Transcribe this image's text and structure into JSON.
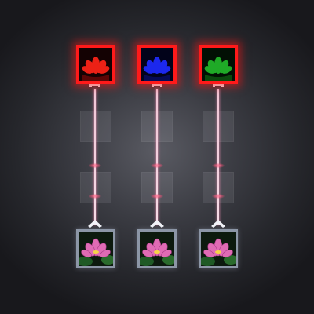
{
  "colors": {
    "target_frame": "#ff1a1a",
    "beam": "#f0c6d6",
    "source_frame": "#8c96a6",
    "slot": "#e6e6f0"
  },
  "targets": [
    {
      "name": "red-lotus-target",
      "icon": "lotus-icon",
      "tint": "#ff2a1a"
    },
    {
      "name": "blue-lotus-target",
      "icon": "lotus-icon",
      "tint": "#1a2aff"
    },
    {
      "name": "green-lotus-target",
      "icon": "lotus-icon",
      "tint": "#1fbf2a"
    }
  ],
  "sources": [
    {
      "name": "lotus-source-1",
      "icon": "pink-lotus-icon"
    },
    {
      "name": "lotus-source-2",
      "icon": "pink-lotus-icon"
    },
    {
      "name": "lotus-source-3",
      "icon": "pink-lotus-icon"
    }
  ],
  "columns": 3,
  "filter_slots_per_column": 2
}
